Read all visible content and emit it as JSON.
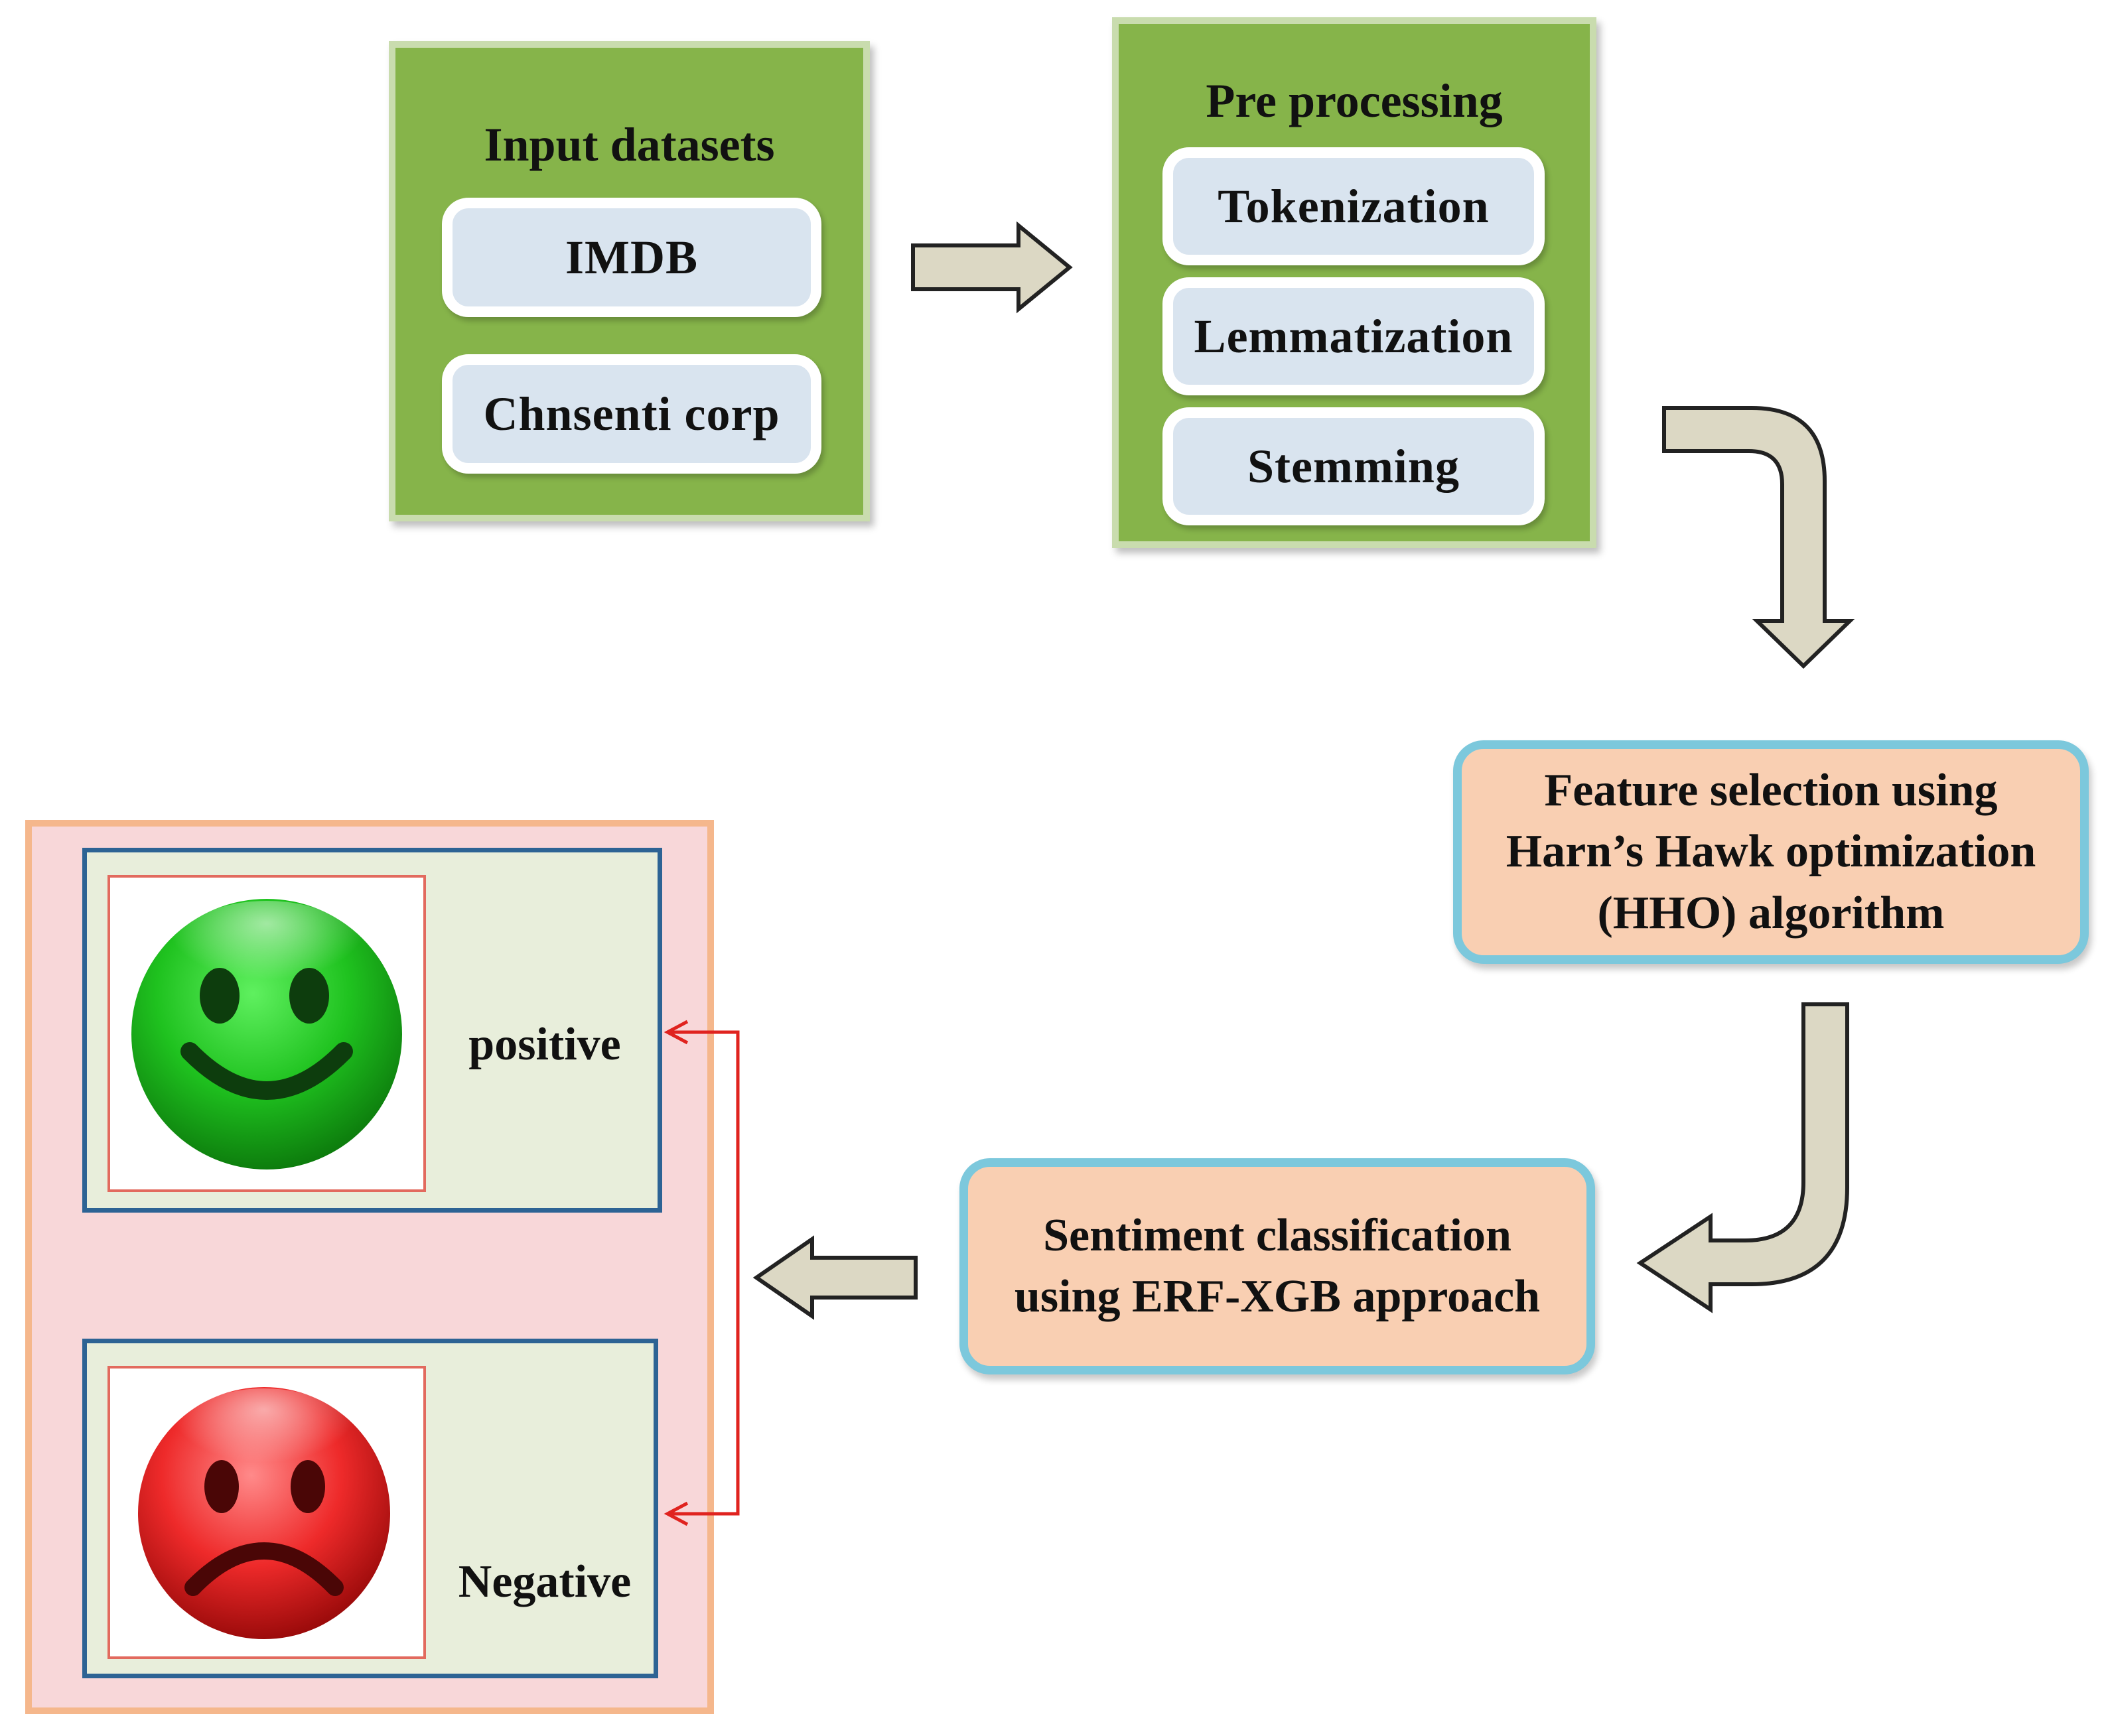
{
  "input_panel": {
    "title": "Input datasets",
    "items": [
      "IMDB",
      "Chnsenti corp"
    ]
  },
  "preprocessing_panel": {
    "title": "Pre processing",
    "items": [
      "Tokenization",
      "Lemmatization",
      "Stemming"
    ]
  },
  "feature_selection": {
    "lines": [
      "Feature selection using",
      "Harn’s Hawk optimization",
      "(HHO) algorithm"
    ]
  },
  "classification": {
    "lines": [
      "Sentiment classification",
      "using ERF-XGB approach"
    ]
  },
  "outputs": {
    "positive_label": "positive",
    "negative_label": "Negative",
    "positive_icon": "smiling-face-icon",
    "negative_icon": "frowning-face-icon"
  },
  "colors": {
    "panel_green": "#86b44a",
    "sub_box_blue": "#d9e4ef",
    "process_orange": "#f9cfb2",
    "process_border": "#7cc8dc",
    "output_pink": "#f8d7d9",
    "arrow_fill": "#dcd8c4",
    "connector_red": "#e0231f"
  }
}
